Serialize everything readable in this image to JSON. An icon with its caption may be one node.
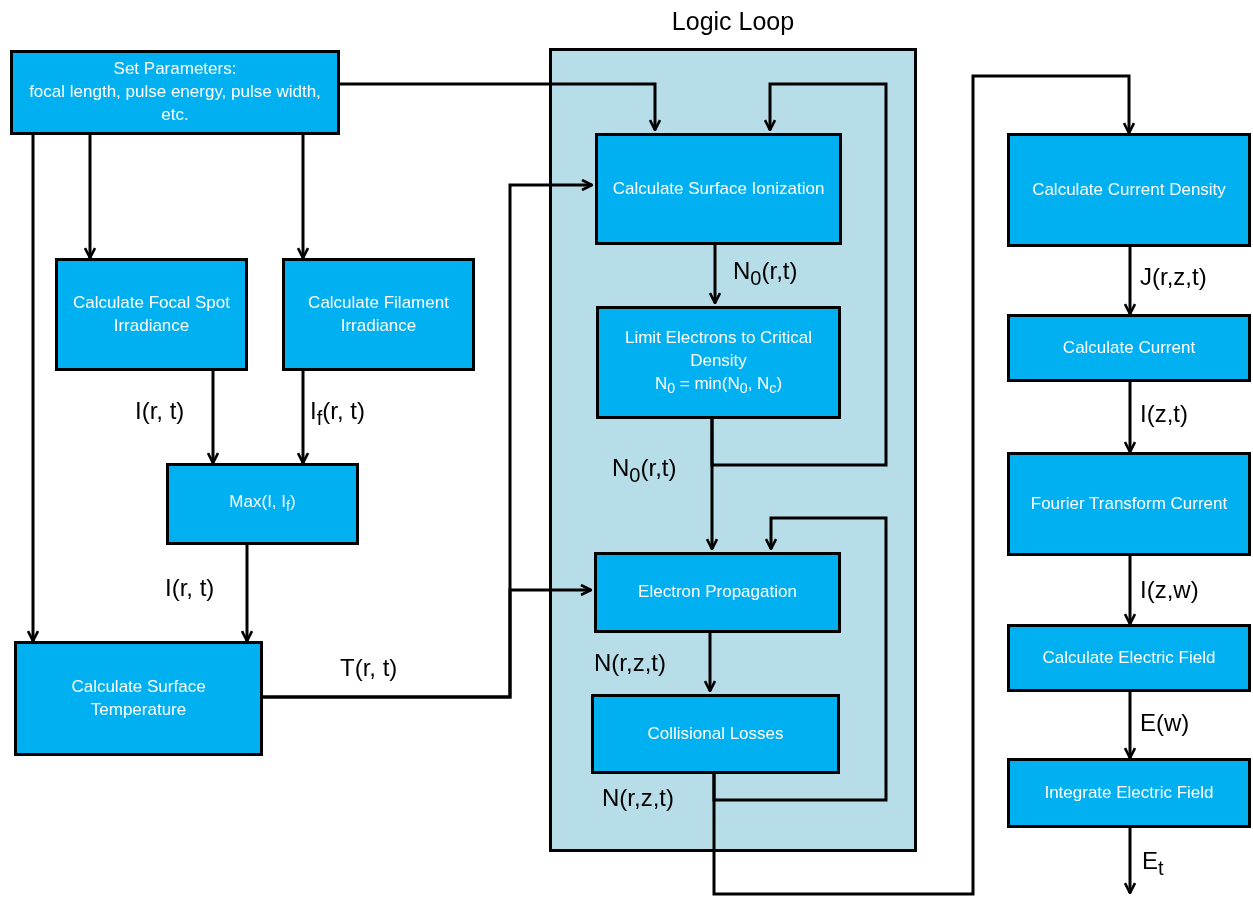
{
  "diagram": {
    "nodes": [
      {
        "text": [
          "Set Parameters:",
          "focal length, pulse energy, pulse width, etc."
        ]
      },
      {
        "text": [
          "Calculate Focal Spot Irradiance"
        ]
      },
      {
        "text": [
          "Calculate Filament Irradiance"
        ]
      },
      {
        "text": [
          "Max(I, I$_{f}$)"
        ]
      },
      {
        "text": [
          "Calculate Surface Temperature"
        ]
      },
      {
        "text": [
          "Logic Loop"
        ]
      },
      {
        "text": [
          "Calculate Surface Ionization"
        ],
        "in": 5
      },
      {
        "text": [
          "Limit Electrons to Critical Density",
          "N$_{0}$ = min(N$_{0}$, N$_{c}$)"
        ],
        "in": 5
      },
      {
        "text": [
          "Electron Propagation"
        ],
        "in": 5
      },
      {
        "text": [
          "Collisional Losses"
        ],
        "in": 5
      },
      {
        "text": [
          "Calculate Current Density"
        ]
      },
      {
        "text": [
          "Calculate Current"
        ]
      },
      {
        "text": [
          "Fourier Transform Current"
        ]
      },
      {
        "text": [
          "Calculate Electric Field"
        ]
      },
      {
        "text": [
          "Integrate Electric Field"
        ]
      }
    ],
    "edges": [
      {
        "from": 0,
        "to": 1,
        "arrow": "to"
      },
      {
        "from": 0,
        "to": 2,
        "arrow": "to"
      },
      {
        "from": 0,
        "to": 4,
        "arrow": "to"
      },
      {
        "from": 0,
        "to": 6,
        "arrow": "to"
      },
      {
        "from": 1,
        "to": 3,
        "arrow": "to",
        "label": "I(r, t)"
      },
      {
        "from": 2,
        "to": 3,
        "arrow": "to",
        "label": "I$_{f}$(r, t)"
      },
      {
        "from": 3,
        "to": 4,
        "arrow": "to",
        "label": "I(r, t)"
      },
      {
        "from": 4,
        "to": 6,
        "arrow": "to",
        "label": "T(r, t)"
      },
      {
        "from": 4,
        "to": 8,
        "arrow": "to"
      },
      {
        "from": 6,
        "to": 7,
        "arrow": "to",
        "label": "N$_{0}$(r,t)"
      },
      {
        "from": 7,
        "to": 8,
        "arrow": "to",
        "label": "N$_{0}$(r,t)"
      },
      {
        "from": 7,
        "to": 6,
        "arrow": "to"
      },
      {
        "from": 8,
        "to": 9,
        "arrow": "to",
        "label": "N(r,z,t)"
      },
      {
        "from": 9,
        "to": 8,
        "arrow": "to"
      },
      {
        "from": 9,
        "to": 10,
        "arrow": "to",
        "label": "N(r,z,t)"
      },
      {
        "from": 10,
        "to": 11,
        "arrow": "to",
        "label": "J(r,z,t)"
      },
      {
        "from": 11,
        "to": 12,
        "arrow": "to",
        "label": "I(z,t)"
      },
      {
        "from": 12,
        "to": 13,
        "arrow": "to",
        "label": "I(z,w)"
      },
      {
        "from": 13,
        "to": 14,
        "arrow": "to",
        "label": "E(w)"
      },
      {
        "from": 14,
        "to": null,
        "arrow": "to",
        "label": "E$_{t}$"
      }
    ]
  }
}
